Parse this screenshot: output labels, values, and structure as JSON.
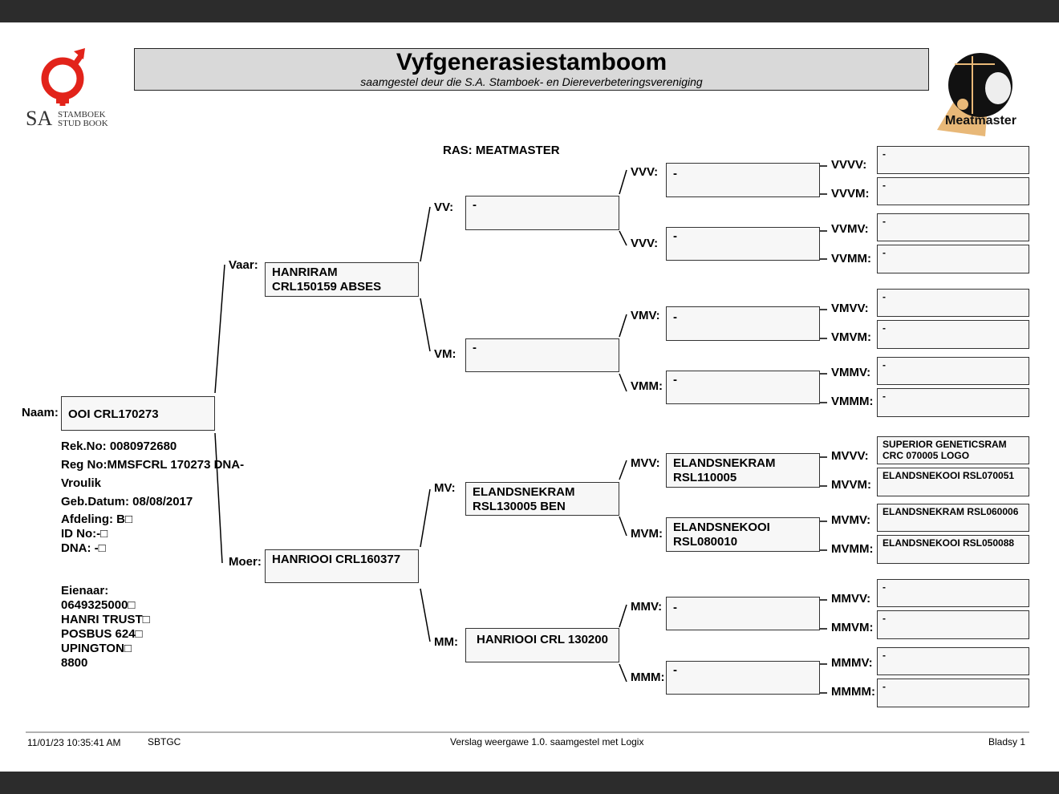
{
  "header": {
    "title": "Vyfgenerasiestamboom",
    "subtitle": "saamgestel deur die S.A. Stamboek- en Diereverbeteringsvereniging",
    "logo_left_sa": "SA",
    "logo_left_line1": "STAMBOEK",
    "logo_left_line2": "STUD BOOK",
    "logo_right_text": "Meatmaster",
    "colors": {
      "logo_red": "#e2231a",
      "title_bg": "#d9d9d9",
      "meatmaster_tan": "#e8b878"
    }
  },
  "breed": "RAS: MEATMASTER",
  "animal": {
    "name_label": "Naam:",
    "name": "OOI CRL170273",
    "rek_no": "Rek.No: 0080972680",
    "reg_no": "Reg No:MMSFCRL 170273 DNA-",
    "sex": "Vroulik",
    "birth_date": "Geb.Datum: 08/08/2017",
    "afdeling": "Afdeling: B□",
    "id_no": "ID No:-□",
    "dna": "DNA: -□"
  },
  "owner": {
    "label": "Eienaar:",
    "lines": [
      "0649325000□",
      "HANRI TRUST□",
      "POSBUS 624□",
      "UPINGTON□",
      "8800"
    ]
  },
  "gen1": {
    "sire": {
      "label": "Vaar:",
      "value": "HANRIRAM\nCRL150159 ABSES"
    },
    "dam": {
      "label": "Moer:",
      "value": "HANRIOOI CRL160377"
    }
  },
  "gen2": [
    {
      "label": "VV:",
      "value": "-"
    },
    {
      "label": "VM:",
      "value": "-"
    },
    {
      "label": "MV:",
      "value": "ELANDSNEKRAM\nRSL130005 BEN"
    },
    {
      "label": "MM:",
      "value": "HANRIOOI CRL 130200"
    }
  ],
  "gen3": [
    {
      "label": "VVV:",
      "value": "-"
    },
    {
      "label": "VVV:",
      "value": "-"
    },
    {
      "label": "VMV:",
      "value": "-"
    },
    {
      "label": "VMM:",
      "value": "-"
    },
    {
      "label": "MVV:",
      "value": "ELANDSNEKRAM\nRSL110005"
    },
    {
      "label": "MVM:",
      "value": "ELANDSNEKOOI\nRSL080010"
    },
    {
      "label": "MMV:",
      "value": "-"
    },
    {
      "label": "MMM:",
      "value": "-"
    }
  ],
  "gen4": [
    {
      "label": "VVVV:",
      "value": "-"
    },
    {
      "label": "VVVM:",
      "value": "-"
    },
    {
      "label": "VVMV:",
      "value": "-"
    },
    {
      "label": "VVMM:",
      "value": "-"
    },
    {
      "label": "VMVV:",
      "value": "-"
    },
    {
      "label": "VMVM:",
      "value": "-"
    },
    {
      "label": "VMMV:",
      "value": "-"
    },
    {
      "label": "VMMM:",
      "value": "-"
    },
    {
      "label": "MVVV:",
      "value": "SUPERIOR GENETICSRAM\nCRC 070005 LOGO"
    },
    {
      "label": "MVVM:",
      "value": "ELANDSNEKOOI RSL070051"
    },
    {
      "label": "MVMV:",
      "value": "ELANDSNEKRAM RSL060006"
    },
    {
      "label": "MVMM:",
      "value": "ELANDSNEKOOI RSL050088"
    },
    {
      "label": "MMVV:",
      "value": "-"
    },
    {
      "label": "MMVM:",
      "value": "-"
    },
    {
      "label": "MMMV:",
      "value": "-"
    },
    {
      "label": "MMMM:",
      "value": "-"
    }
  ],
  "footer": {
    "timestamp": "11/01/23 10:35:41 AM",
    "code": "SBTGC",
    "report": "Verslag weergawe 1.0. saamgestel met Logix",
    "page": "Bladsy 1"
  }
}
